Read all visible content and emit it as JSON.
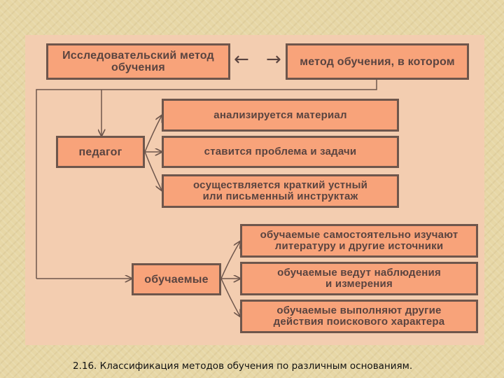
{
  "diagram": {
    "title_box": "Исследовательский метод\nобучения",
    "arrow_left_symbol": "←",
    "arrow_right_symbol": "→",
    "definition_box": "метод обучения, в котором",
    "teacher_box": "педагог",
    "teacher_actions": [
      "анализируется материал",
      "ставится проблема и задачи",
      "осуществляется краткий устный\nили письменный инструктаж"
    ],
    "students_box": "обучаемые",
    "student_actions": [
      "обучаемые самостоятельно изучают\nлитературу и другие источники",
      "обучаемые ведут наблюдения\nи измерения",
      "обучаемые выполняют другие\nдействия поискового характера"
    ]
  },
  "caption": "2.16. Классификация методов обучения по различным основаниям.",
  "colors": {
    "background": "#e7d7a6",
    "panel": "#f3cdb0",
    "box_fill": "#f8a37a",
    "box_border": "#6e564c",
    "text": "#5a4440"
  }
}
